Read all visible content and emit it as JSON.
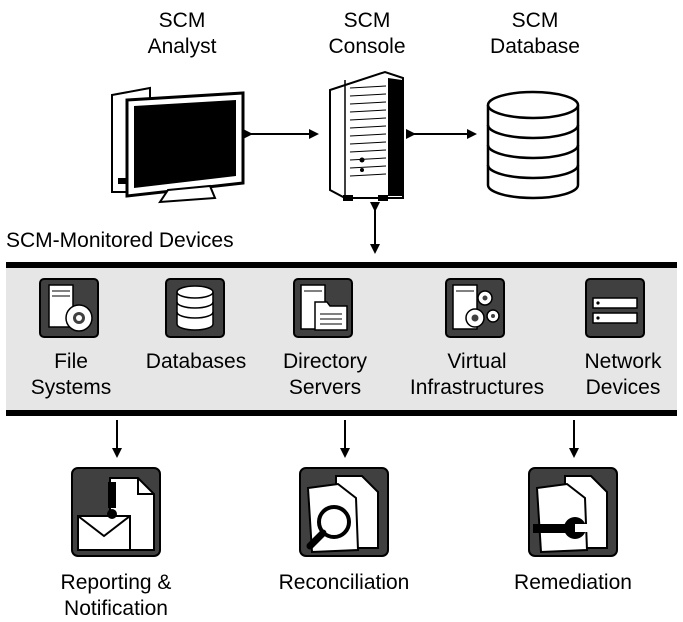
{
  "top_nodes": [
    {
      "id": "analyst",
      "label": "SCM\nAnalyst",
      "icon": "monitor-icon"
    },
    {
      "id": "console",
      "label": "SCM\nConsole",
      "icon": "server-tower-icon"
    },
    {
      "id": "database",
      "label": "SCM\nDatabase",
      "icon": "database-cylinder-icon"
    }
  ],
  "section_label": "SCM-Monitored Devices",
  "devices": [
    {
      "label": "File\nSystems",
      "icon": "file-system-gear-icon"
    },
    {
      "label": "Databases",
      "icon": "database-icon"
    },
    {
      "label": "Directory\nServers",
      "icon": "directory-server-icon"
    },
    {
      "label": "Virtual\nInfrastructures",
      "icon": "virtual-infrastructure-icon"
    },
    {
      "label": "Network\nDevices",
      "icon": "network-device-icon"
    }
  ],
  "actions": [
    {
      "label": "Reporting &\nNotification",
      "icon": "reporting-notification-icon"
    },
    {
      "label": "Reconciliation",
      "icon": "reconciliation-magnifier-icon"
    },
    {
      "label": "Remediation",
      "icon": "remediation-wrench-icon"
    }
  ],
  "colors": {
    "band": "#e6e6e6",
    "icon_bg": "#404040",
    "ink": "#000000"
  }
}
